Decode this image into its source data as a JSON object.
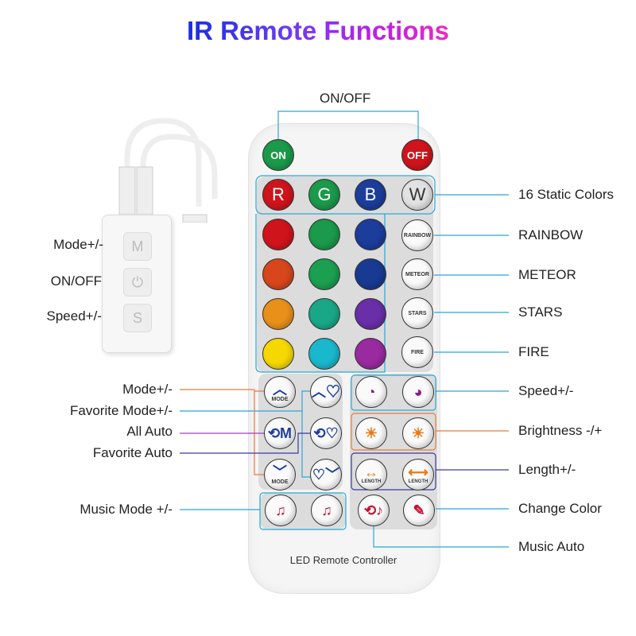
{
  "title": "IR Remote Functions",
  "top_label": "ON/OFF",
  "controller": {
    "buttons": [
      {
        "glyph": "M",
        "label": "Mode+/-"
      },
      {
        "glyph": "⏻",
        "label": "ON/OFF"
      },
      {
        "glyph": "S",
        "label": "Speed+/-"
      }
    ]
  },
  "remote": {
    "footer": "LED Remote Controller",
    "power": [
      {
        "text": "ON",
        "color": "#1a9a4a"
      },
      {
        "text": "OFF",
        "color": "#d0141c"
      }
    ],
    "rgbw": [
      {
        "text": "R",
        "color": "#d0141c"
      },
      {
        "text": "G",
        "color": "#1a9a4a"
      },
      {
        "text": "B",
        "color": "#1c3d9c"
      },
      {
        "text": "W",
        "color": "#e2e2e2"
      }
    ],
    "colors": [
      "#d0141c",
      "#1a9a4a",
      "#1c3d9c",
      "#d8461c",
      "#1aa050",
      "#183a92",
      "#e8901a",
      "#18a888",
      "#6a2ea8",
      "#f6d800",
      "#1ab8cc",
      "#9a2aa0"
    ],
    "effects": [
      "RAINBOW",
      "METEOR",
      "STARS",
      "FIRE"
    ],
    "mode_buttons": [
      {
        "icon": "mode-up-icon",
        "text": "MODE",
        "glyph": "︿"
      },
      {
        "icon": "favorite-up-icon",
        "glyph": "︿♡"
      },
      {
        "icon": "auto-icon",
        "glyph": "⟲M"
      },
      {
        "icon": "favorite-auto-icon",
        "glyph": "⟲♡"
      },
      {
        "icon": "mode-down-icon",
        "text": "MODE",
        "glyph": "﹀"
      },
      {
        "icon": "favorite-down-icon",
        "glyph": "♡﹀"
      }
    ],
    "right_buttons": [
      {
        "icon": "speed-down-icon",
        "glyph": "◔"
      },
      {
        "icon": "speed-up-icon",
        "glyph": "◕"
      },
      {
        "icon": "brightness-down-icon",
        "glyph": "☀"
      },
      {
        "icon": "brightness-up-icon",
        "glyph": "☀"
      },
      {
        "icon": "length-down-icon",
        "text": "LENGTH",
        "glyph": "↔"
      },
      {
        "icon": "length-up-icon",
        "text": "LENGTH",
        "glyph": "⟷"
      }
    ],
    "music_buttons": [
      {
        "icon": "music-mode-down-icon",
        "glyph": "♫"
      },
      {
        "icon": "music-mode-up-icon",
        "glyph": "♫"
      },
      {
        "icon": "music-auto-icon",
        "glyph": "⟲♪"
      },
      {
        "icon": "change-color-icon",
        "glyph": "✎"
      }
    ]
  },
  "right_labels": [
    "16 Static Colors",
    "RAINBOW",
    "METEOR",
    "STARS",
    "FIRE",
    "Speed+/-",
    "Brightness -/+",
    "Length+/-",
    "Change Color",
    "Music Auto"
  ],
  "left_labels": [
    "Mode+/-",
    "Favorite Mode+/-",
    "All Auto",
    "Favorite Auto",
    "Music Mode +/-"
  ],
  "accent_colors": {
    "cyan": "#29a8d8",
    "orange": "#e87a3a",
    "purple": "#a040c0",
    "navy": "#3a3aa0"
  }
}
